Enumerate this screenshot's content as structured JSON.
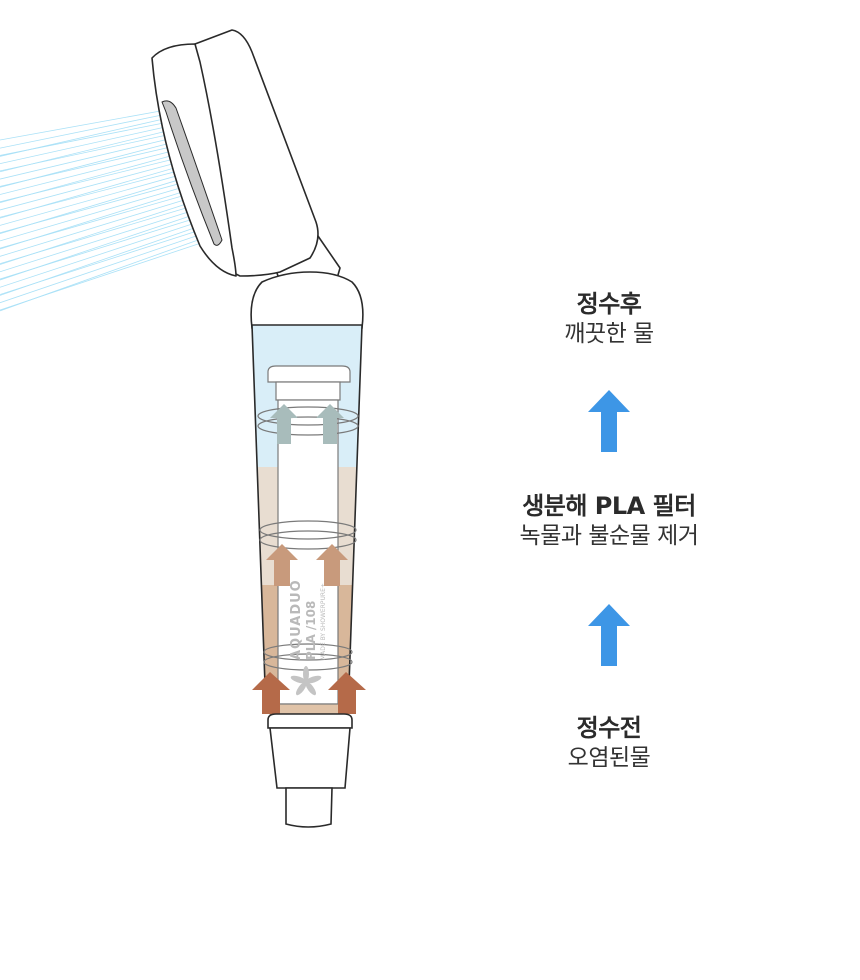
{
  "stages": [
    {
      "title": "정수후",
      "subtitle": "깨끗한 물"
    },
    {
      "title": "생분해 PLA 필터",
      "subtitle": "녹물과 불순물 제거"
    },
    {
      "title": "정수전",
      "subtitle": "오염된물"
    }
  ],
  "filter_text": {
    "brand": "AQUADUO",
    "model": "PLA /108",
    "maker": "MADE BY SHOWERPURE+"
  },
  "colors": {
    "flow_arrow": "#3d96e6",
    "clean_water": "#d9eef8",
    "mid_water": "#e8ddd1",
    "dirty_water": "#d8b79a",
    "arrow_clean": "#a8bcbb",
    "arrow_mid": "#c89a7c",
    "arrow_dirty": "#b56a49",
    "spray": "#8fd8f5"
  },
  "icons": [
    "shower-head-icon",
    "arrow-up-icon",
    "leaf-logo-icon"
  ]
}
